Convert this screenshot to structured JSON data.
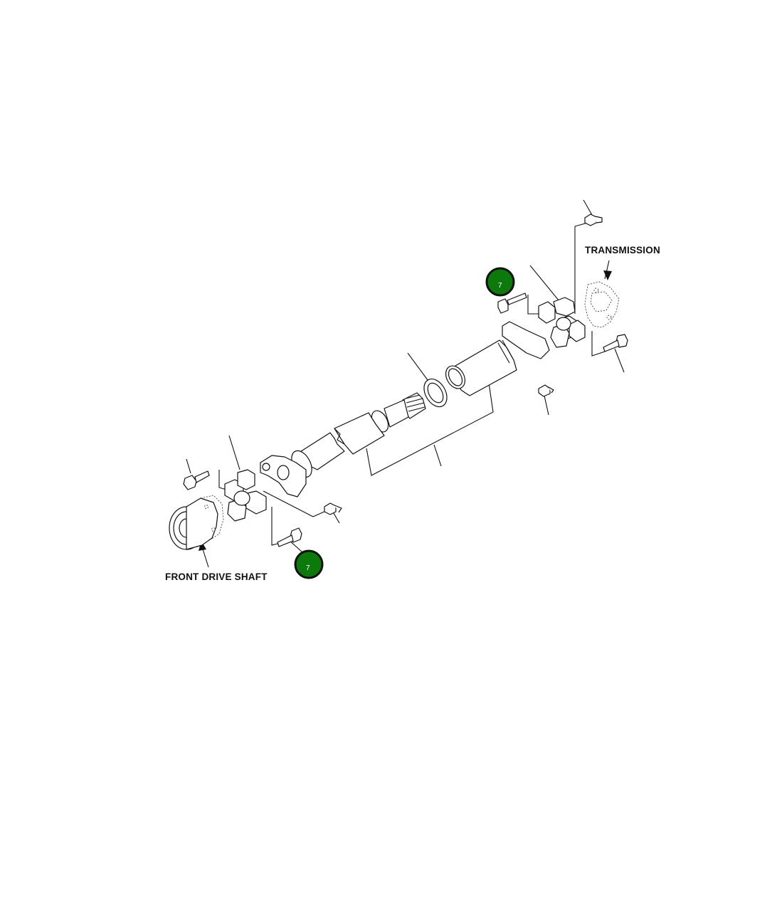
{
  "labels": {
    "transmission": "TRANSMISSION",
    "front_drive_shaft": "FRONT DRIVE SHAFT"
  },
  "callouts": {
    "upper": "7",
    "lower": "7"
  },
  "colors": {
    "callout_fill": "#0b7a0b",
    "callout_ring": "#111111",
    "line": "#111111"
  }
}
